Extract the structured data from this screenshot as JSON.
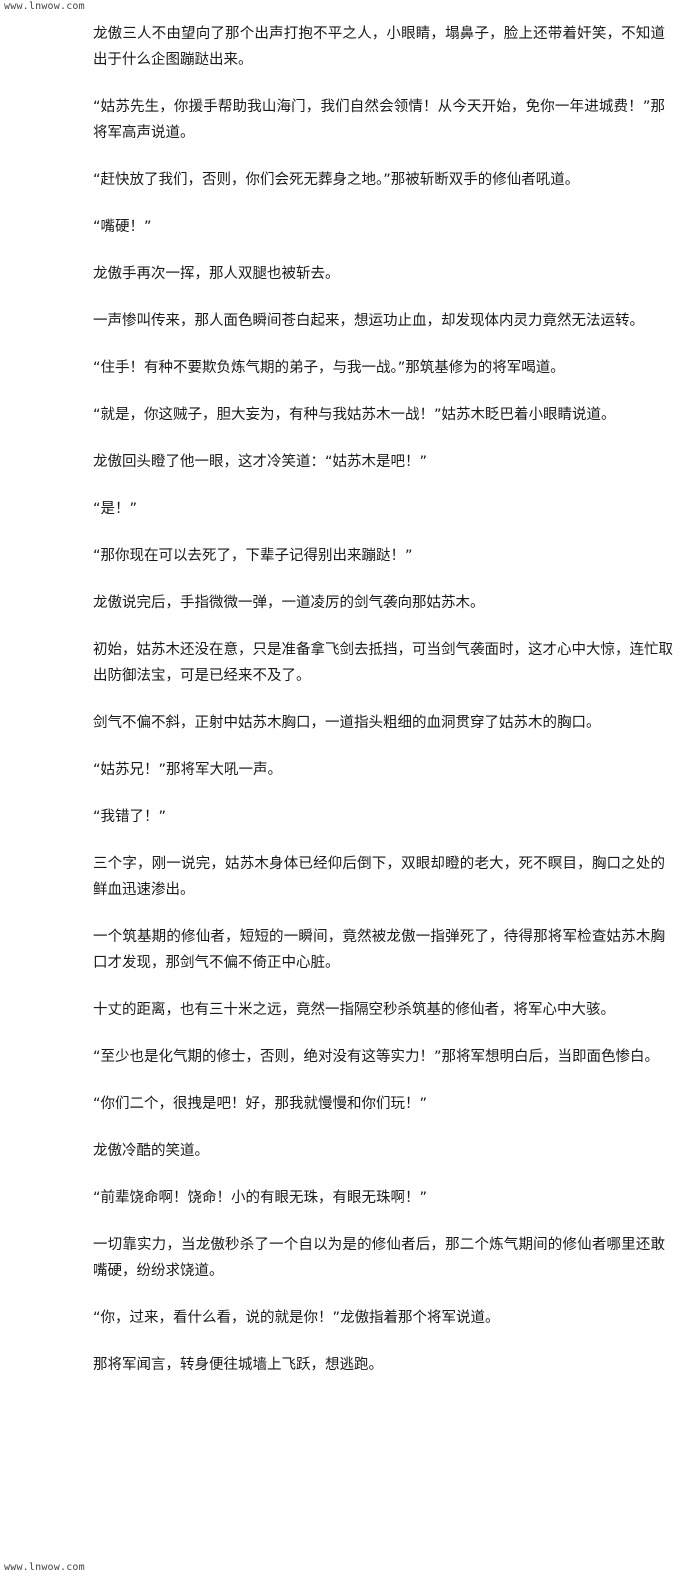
{
  "watermark": {
    "site": "www.lnwow.com"
  },
  "paragraphs": [
    {
      "text": "龙傲三人不由望向了那个出声打抱不平之人，小眼睛，塌鼻子，脸上还带着奸笑，不知道出于什么企图蹦跶出来。"
    },
    {
      "text": "“姑苏先生，你援手帮助我山海门，我们自然会领情！从今天开始，免你一年进城费！”那将军高声说道。"
    },
    {
      "text": "“赶快放了我们，否则，你们会死无葬身之地。”那被斩断双手的修仙者吼道。"
    },
    {
      "text": "“嘴硬！”"
    },
    {
      "text": "龙傲手再次一挥，那人双腿也被斩去。"
    },
    {
      "text": "一声惨叫传来，那人面色瞬间苍白起来，想运功止血，却发现体内灵力竟然无法运转。"
    },
    {
      "text": "“住手！有种不要欺负炼气期的弟子，与我一战。”那筑基修为的将军喝道。"
    },
    {
      "text": "“就是，你这贼子，胆大妄为，有种与我姑苏木一战！”姑苏木眨巴着小眼睛说道。"
    },
    {
      "text": "龙傲回头瞪了他一眼，这才冷笑道：“姑苏木是吧！”"
    },
    {
      "text": "“是！”"
    },
    {
      "text": "“那你现在可以去死了，下辈子记得别出来蹦跶！”"
    },
    {
      "text": "龙傲说完后，手指微微一弹，一道凌厉的剑气袭向那姑苏木。"
    },
    {
      "text": "初始，姑苏木还没在意，只是准备拿飞剑去抵挡，可当剑气袭面时，这才心中大惊，连忙取出防御法宝，可是已经来不及了。"
    },
    {
      "text": "剑气不偏不斜，正射中姑苏木胸口，一道指头粗细的血洞贯穿了姑苏木的胸口。"
    },
    {
      "text": "“姑苏兄！”那将军大吼一声。"
    },
    {
      "text": "“我错了！”"
    },
    {
      "text": "三个字，刚一说完，姑苏木身体已经仰后倒下，双眼却瞪的老大，死不瞑目，胸口之处的鲜血迅速渗出。"
    },
    {
      "text": "一个筑基期的修仙者，短短的一瞬间，竟然被龙傲一指弹死了，待得那将军检查姑苏木胸口才发现，那剑气不偏不倚正中心脏。"
    },
    {
      "text": "十丈的距离，也有三十米之远，竟然一指隔空秒杀筑基的修仙者，将军心中大骇。"
    },
    {
      "text": "“至少也是化气期的修士，否则，绝对没有这等实力！”那将军想明白后，当即面色惨白。"
    },
    {
      "text": "“你们二个，很拽是吧！好，那我就慢慢和你们玩！”"
    },
    {
      "text": "龙傲冷酷的笑道。"
    },
    {
      "text": "“前辈饶命啊！饶命！小的有眼无珠，有眼无珠啊！”"
    },
    {
      "text": "一切靠实力，当龙傲秒杀了一个自以为是的修仙者后，那二个炼气期间的修仙者哪里还敢嘴硬，纷纷求饶道。"
    },
    {
      "text": "“你，过来，看什么看，说的就是你！”龙傲指着那个将军说道。"
    },
    {
      "text": "那将军闻言，转身便往城墙上飞跃，想逃跑。"
    }
  ]
}
